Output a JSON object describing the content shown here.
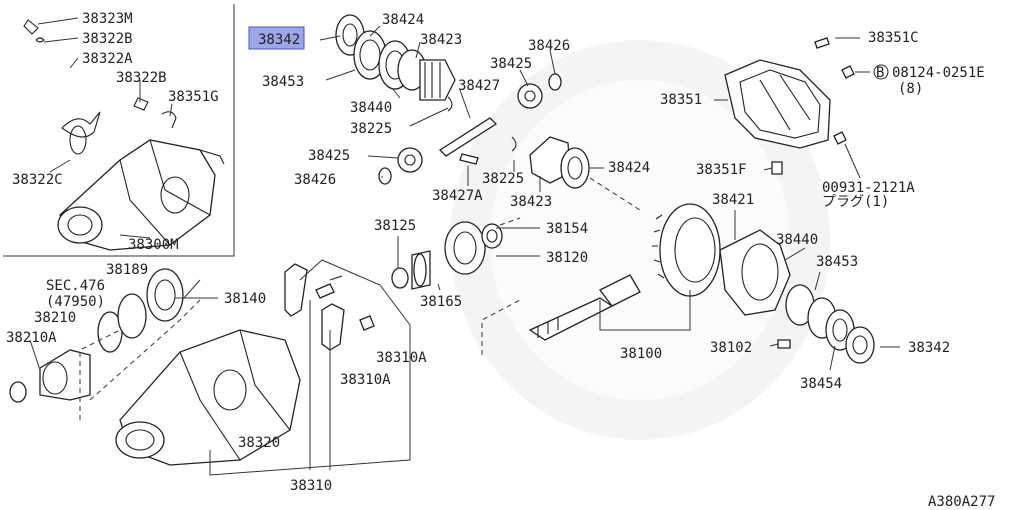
{
  "diagram_id": "A380A277",
  "highlight": {
    "part": "38342",
    "color": "#9aa6e8"
  },
  "labels": {
    "p38323M": "38323M",
    "p38322B_a": "38322B",
    "p38322A": "38322A",
    "p38322B_b": "38322B",
    "p38351G": "38351G",
    "p38322C": "38322C",
    "p38300M": "38300M",
    "p38342_a": "38342",
    "p38453_a": "38453",
    "p38424_a": "38424",
    "p38423_a": "38423",
    "p38440_a": "38440",
    "p38225_a": "38225",
    "p38427": "38427",
    "p38426_a": "38426",
    "p38425_a": "38425",
    "p38425_b": "38425",
    "p38426_b": "38426",
    "p38427A": "38427A",
    "p38225_b": "38225",
    "p38423_b": "38423",
    "p38424_b": "38424",
    "p38351C": "38351C",
    "p08124": "08124-0251E",
    "p08124_qty": "(8)",
    "p38351": "38351",
    "p38351F": "38351F",
    "p00931": "00931-2121A",
    "p00931_note": "プラグ(1)",
    "p38125": "38125",
    "p38154": "38154",
    "p38120": "38120",
    "p38165": "38165",
    "p38421": "38421",
    "p38440_b": "38440",
    "p38453_b": "38453",
    "p38100": "38100",
    "p38102": "38102",
    "p38342_b": "38342",
    "p38454": "38454",
    "sec476": "SEC.476",
    "sec476_ref": "(47950)",
    "p38189": "38189",
    "p38140": "38140",
    "p38210": "38210",
    "p38210A": "38210A",
    "p38310A_a": "38310A",
    "p38310A_b": "38310A",
    "p38320": "38320",
    "p38310": "38310",
    "bolt_symbol": "B"
  }
}
